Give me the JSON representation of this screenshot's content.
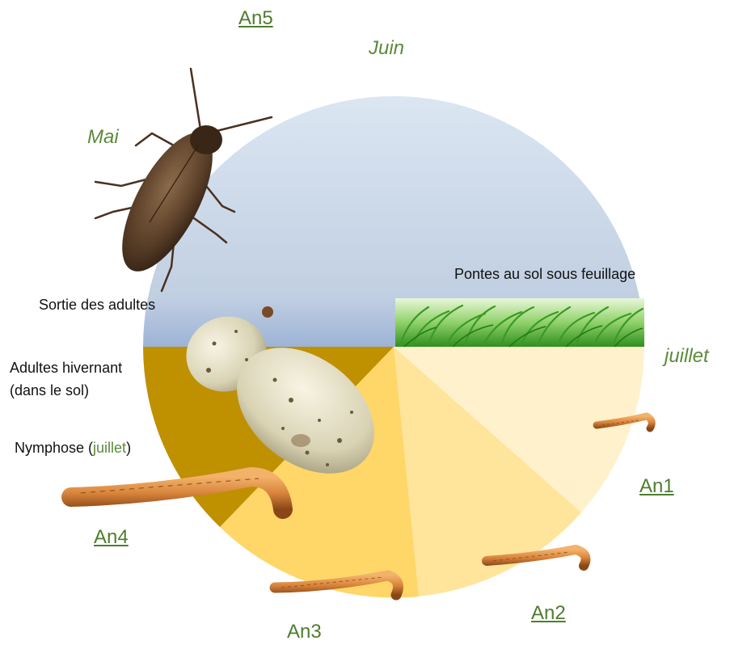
{
  "years": {
    "an1": "An1",
    "an2": "An2",
    "an3": "An3",
    "an4": "An4",
    "an5": "An5"
  },
  "months": {
    "mai": "Mai",
    "juin": "Juin",
    "juillet": "juillet"
  },
  "notes": {
    "pontes": "Pontes au sol sous feuillage",
    "sortie": "Sortie des adultes",
    "hivernant_line1": "Adultes hivernant",
    "hivernant_line2": "(dans le sol)",
    "nymphose_prefix": "Nymphose (",
    "nymphose_month": "juillet",
    "nymphose_suffix": ")"
  },
  "colors": {
    "adult_phase_top": "#dbe6f2",
    "adult_phase_bottom": "#9db3d6",
    "an1": "#fff1cc",
    "an2": "#ffe59b",
    "an3": "#ffd668",
    "an4_nymph": "#bf9000",
    "label_green": "#4e7d2e"
  }
}
